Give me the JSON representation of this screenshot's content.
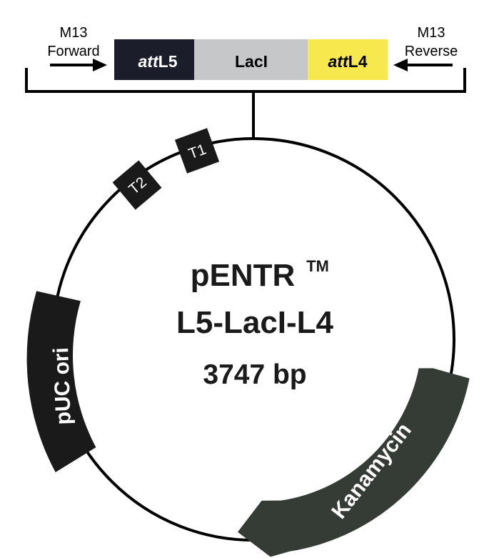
{
  "primers": {
    "forward": {
      "line1": "M13",
      "line2": "Forward"
    },
    "reverse": {
      "line1": "M13",
      "line2": "Reverse"
    }
  },
  "cassette": {
    "att_l5": {
      "prefix": "att",
      "suffix": "L5",
      "color": "#1b1d2a"
    },
    "laci": {
      "label": "LacI",
      "color": "#c6c7c9"
    },
    "att_l4": {
      "prefix": "att",
      "suffix": "L4",
      "color": "#f6e84d"
    }
  },
  "terminators": {
    "t1": "T1",
    "t2": "T2"
  },
  "plasmid": {
    "name": "pENTR",
    "trademark": "TM",
    "construct": "L5-LacI-L4",
    "size": "3747 bp"
  },
  "features": {
    "puc_ori": {
      "label": "pUC ori",
      "color": "#1a1a1a"
    },
    "kanamycin": {
      "label": "Kanamycin",
      "color": "#353c35"
    }
  }
}
